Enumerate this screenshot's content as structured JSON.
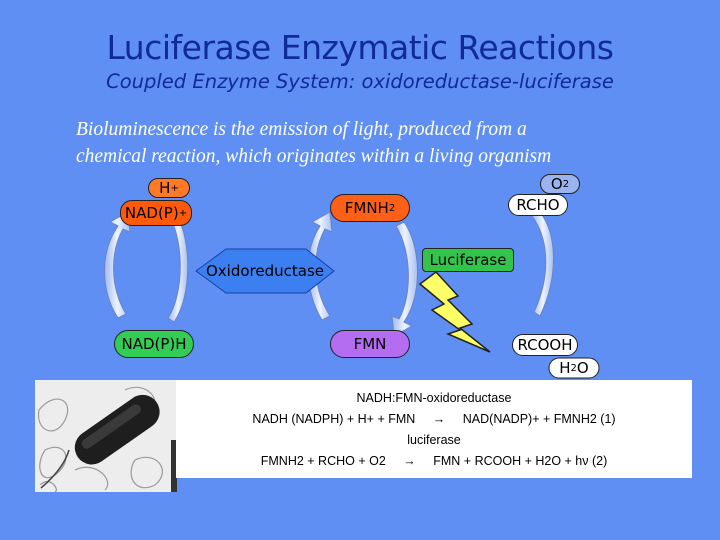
{
  "title": "Luciferase Enzymatic Reactions",
  "subtitle": "Coupled Enzyme System: oxidoreductase-luciferase",
  "definition": {
    "line1": "Bioluminescence is the emission of light, produced from a",
    "line2": "chemical reaction, which originates within a living organism"
  },
  "diagram": {
    "h_plus": {
      "base": "H",
      "sup": "+"
    },
    "nadp_plus": {
      "base": "NAD(P)",
      "sup": "+"
    },
    "fmnh2": {
      "base": "FMNH",
      "sub": "2"
    },
    "o2": {
      "base": "O",
      "sub": "2"
    },
    "rcho": "RCHO",
    "oxidoreductase": "Oxidoreductase",
    "luciferase": "Luciferase",
    "nadph": "NAD(P)H",
    "fmn": "FMN",
    "rcooh": "RCOOH",
    "h2o": {
      "base": "H",
      "sub": "2",
      "tail": "O"
    }
  },
  "equations": {
    "enzyme1": "NADH:FMN-oxidoreductase",
    "reaction1_left": "NADH (NADPH) + H+ + FMN",
    "reaction1_arrow": "→",
    "reaction1_right": "NAD(NADP)+ + FMNH2 (1)",
    "enzyme2": "luciferase",
    "reaction2_left": "FMNH2 + RCHO + O2",
    "reaction2_arrow": "→",
    "reaction2_right": "FMN + RCOOH + H2O + hν (2)"
  },
  "colors": {
    "background": "#5f8ff2",
    "title": "#102a9a",
    "nadp_box": "#ff5a0a",
    "fmnh2_box": "#ff6018",
    "oxidoreductase": "#3b7ff0",
    "luciferase_box": "#33c44c",
    "nadph_box": "#33cc55",
    "fmn_box": "#b46cf0",
    "lightning": "#ffff66"
  },
  "icons": {
    "lightning": "lightning-bolt-icon",
    "photo": "bacterium-micrograph"
  }
}
